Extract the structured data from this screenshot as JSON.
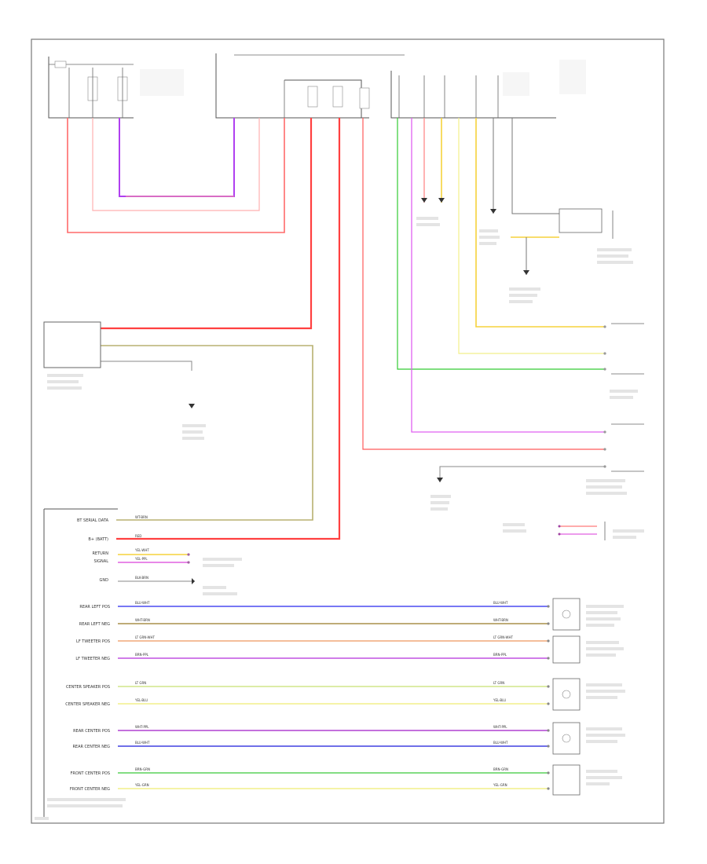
{
  "colors": {
    "red": "#ff5a5a",
    "pink": "#ff8a8a",
    "violet": "#a020f0",
    "green": "#33cc33",
    "yellow": "#f5d23c",
    "magenta": "#e060e0",
    "tan": "#b8b070",
    "gray": "#888888",
    "blue": "#2d2df0",
    "brown": "#9a7a40",
    "orange": "#f0a060",
    "lime": "#99cc33",
    "pale_yellow": "#f2ef8a",
    "purple": "#b040d0",
    "dark_blue": "#4040e0",
    "light_green": "#5ad25a"
  },
  "connectors": {
    "left_lower": [
      {
        "label": "BT SERIAL DATA",
        "wire": "WT-BRN"
      },
      {
        "label": "B+ (BATT)",
        "wire": "RED"
      },
      {
        "label": "RETURN",
        "wire": "YEL-WHT"
      },
      {
        "label": "SIGNAL",
        "wire": "YEL-PPL"
      },
      {
        "label": "GND",
        "wire": "BLK-BRN"
      }
    ],
    "bus": [
      {
        "label": "REAR LEFT POS",
        "wire": "BLU-WHT"
      },
      {
        "label": "REAR LEFT NEG",
        "wire": "WHT-BRN"
      },
      {
        "label": "LF TWEETER POS",
        "wire": "LT GRN-WHT"
      },
      {
        "label": "LF TWEETER NEG",
        "wire": "BRN-PPL"
      },
      {
        "label": "CENTER SPEAKER POS",
        "wire": "LT GRN"
      },
      {
        "label": "CENTER SPEAKER NEG",
        "wire": "YEL-BLU"
      },
      {
        "label": "REAR CENTER POS",
        "wire": "WHT-PPL"
      },
      {
        "label": "REAR CENTER NEG",
        "wire": "BLU-WHT"
      },
      {
        "label": "FRONT CENTER POS",
        "wire": "BRN-GRN"
      },
      {
        "label": "FRONT CENTER NEG",
        "wire": "YEL-GRN"
      }
    ]
  }
}
